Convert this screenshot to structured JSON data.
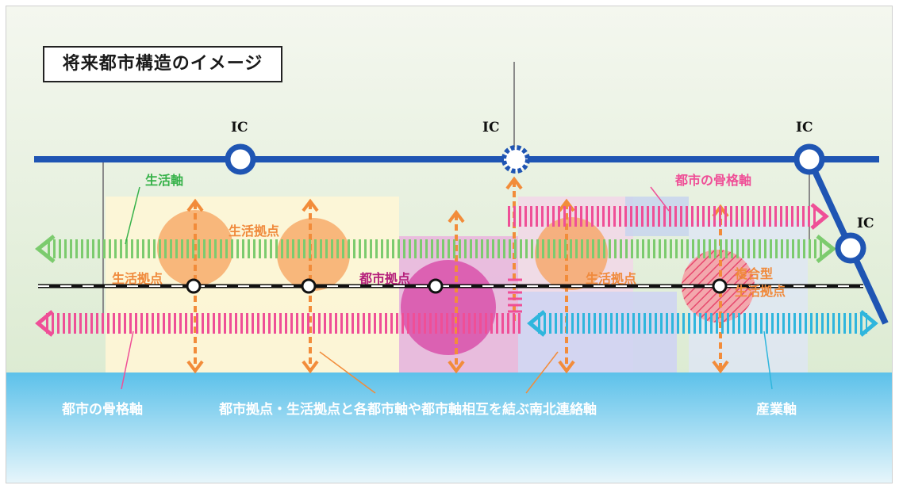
{
  "title": "将来都市構造のイメージ",
  "ic_labels": [
    "IC",
    "IC",
    "IC",
    "IC"
  ],
  "labels": {
    "seikatsu_jiku": "生活軸",
    "toshi_kokkaku_top": "都市の骨格軸",
    "seikatsu_kyoten_top": "生活拠点",
    "seikatsu_kyoten_left": "生活拠点",
    "toshi_kyoten": "都市拠点",
    "seikatsu_kyoten_right": "生活拠点",
    "fukugou_line1": "複合型",
    "fukugou_line2": "生活拠点",
    "toshi_kokkaku_bottom": "都市の骨格軸",
    "nanboku_renraku": "都市拠点・生活拠点と各都市軸や都市軸相互を結ぶ南北連絡軸",
    "sangyou_jiku": "産業軸"
  },
  "colors": {
    "expressway": "#1f55b3",
    "life_axis": "#7ccb6e",
    "city_axis": "#ef4f97",
    "industry_axis": "#2fb6dd",
    "ns_link": "#f28c3a",
    "sea": "#6cc7ea",
    "city_hub": "#d63aa0",
    "life_hub": "#f7a457"
  },
  "icons": [
    "interchange-icon",
    "station-icon",
    "arrow-icon"
  ]
}
